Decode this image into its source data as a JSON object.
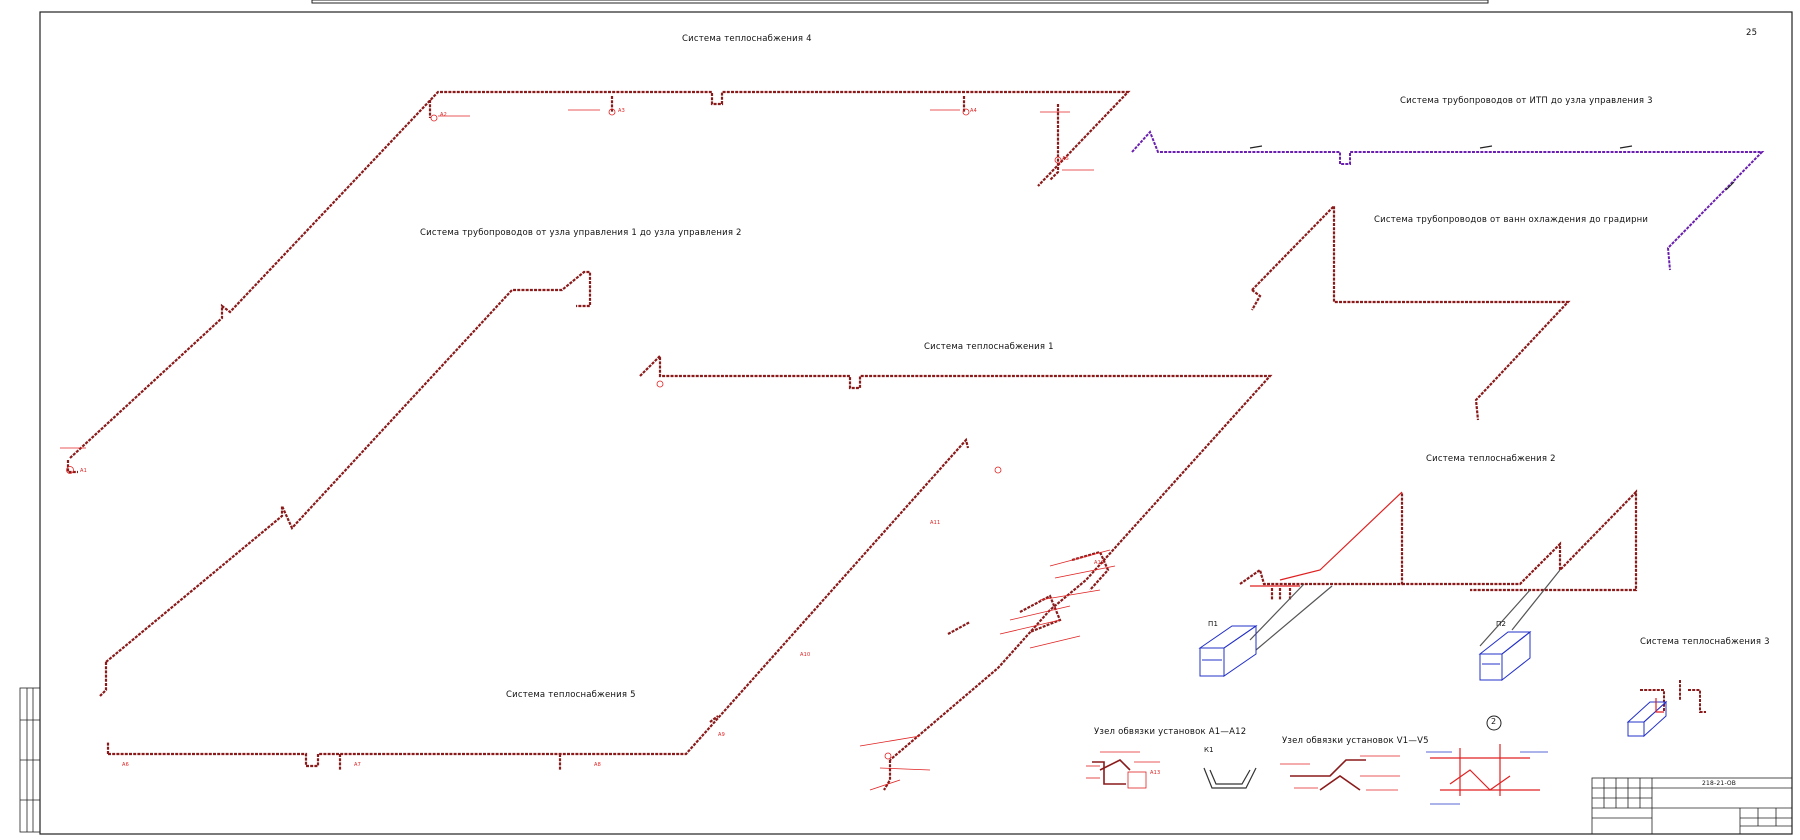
{
  "sheet": {
    "page_number": "25",
    "drawing_code": "218-21-ОВ"
  },
  "titles": {
    "hs4": "Система теплоснабжения 4",
    "hs1": "Система теплоснабжения 1",
    "hs2": "Система теплоснабжения 2",
    "hs3": "Система теплоснабжения 3",
    "hs5": "Система теплоснабжения 5",
    "pipe_u1_u2": "Система трубопроводов от узла управления 1 до узла управления 2",
    "pipe_itp_u3": "Система трубопроводов от ИТП до узла управления 3",
    "pipe_bath": "Система трубопроводов от ванн охлаждения  до градирни",
    "node_a": "Узел обвязки  установок А1—А12",
    "node_v": "Узел обвязки установок V1—V5",
    "k1": "К1",
    "p1": "П1",
    "p2": "П2",
    "callout": "2"
  },
  "node_tags": [
    "А1",
    "А2",
    "А3",
    "А4",
    "А5",
    "А6",
    "А7",
    "А8",
    "А9",
    "А10",
    "А11",
    "А12",
    "А13"
  ],
  "colors": {
    "pipe": "#8b1a1a",
    "pipe_red": "#e02020",
    "purple": "#6a1fb0",
    "blue": "#2330c8",
    "frame": "#222222"
  }
}
